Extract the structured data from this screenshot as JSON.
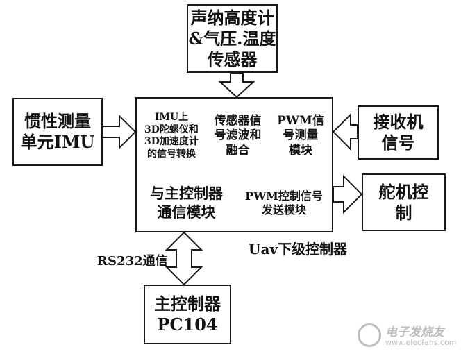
{
  "blocks": {
    "sonar": "声纳高度计\n&气压.温度\n传感器",
    "imu": "惯性测量\n单元IMU",
    "receiver": "接收机\n信号",
    "servo": "舵机控\n制",
    "pc104": "主控制器\nPC104"
  },
  "controller": {
    "imu_convert": "IMU上\n3D陀螺仪和\n3D加速度计\n的信号转换",
    "sensor_fusion": "传感器信\n号滤波和\n融合",
    "pwm_measure": "PWM信\n号测量\n模块",
    "comm_module": "与主控制器\n通信模块",
    "pwm_send": "PWM控制信号\n发送模块",
    "label": "Uav下级控制器"
  },
  "link_label": "RS232通信",
  "watermark": {
    "cn": "电子发烧友",
    "url": "www.elecfans.com"
  },
  "colors": {
    "line": "#1a1a1a",
    "watermark": "#bdbdbd"
  }
}
